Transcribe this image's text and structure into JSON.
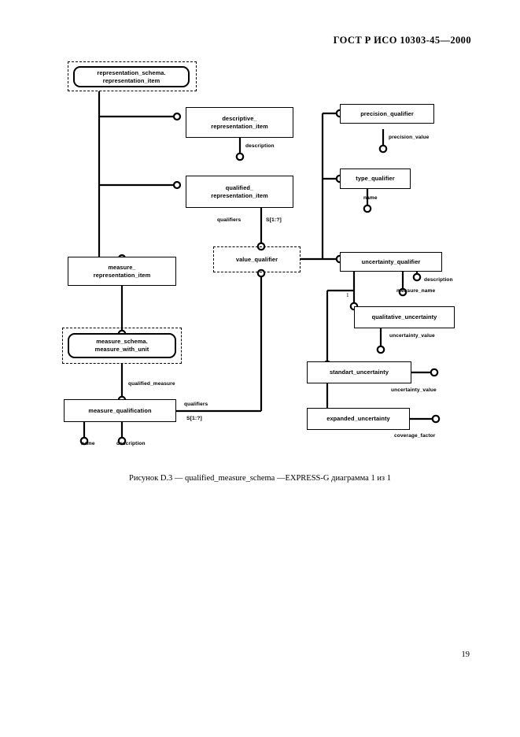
{
  "header": {
    "standard_title": "ГОСТ Р ИСО 10303-45—2000"
  },
  "page": {
    "number": "19"
  },
  "figure": {
    "caption": "Рисунок D.3 — qualified_measure_schema —EXPRESS-G диаграмма 1 из 1"
  },
  "diagram": {
    "type": "EXPRESS-G",
    "schema": "qualified_measure_schema",
    "nodes": [
      {
        "id": "representation_item",
        "label": "representation_schema.\nrepresentation_item",
        "style": "rounded-dashed-outline"
      },
      {
        "id": "descriptive_representation_item",
        "label": "descriptive_\nrepresentation_item",
        "style": "box"
      },
      {
        "id": "qualified_representation_item",
        "label": "qualified_\nrepresentation_item",
        "style": "box"
      },
      {
        "id": "measure_representation_item",
        "label": "measure_\nrepresentation_item",
        "style": "box"
      },
      {
        "id": "measure_with_unit",
        "label": "measure_schema.\nmeasure_with_unit",
        "style": "rounded-dashed-outline"
      },
      {
        "id": "measure_qualification",
        "label": "measure_qualification",
        "style": "box"
      },
      {
        "id": "value_qualifier",
        "label": "value_qualifier",
        "style": "dashed-select"
      },
      {
        "id": "precision_qualifier",
        "label": "precision_qualifier",
        "style": "box"
      },
      {
        "id": "type_qualifier",
        "label": "type_qualifier",
        "style": "box"
      },
      {
        "id": "uncertainty_qualifier",
        "label": "uncertainty_qualifier",
        "style": "box"
      },
      {
        "id": "qualitative_uncertainty",
        "label": "qualitative_uncertainty",
        "style": "box"
      },
      {
        "id": "standard_uncertainty",
        "label": "standart_uncertainty",
        "style": "box"
      },
      {
        "id": "expanded_uncertainty",
        "label": "expanded_uncertainty",
        "style": "box"
      }
    ],
    "attributes": [
      {
        "id": "description_desc_item",
        "label": "description"
      },
      {
        "id": "qualifiers_qri",
        "label": "qualifiers"
      },
      {
        "id": "qualifiers_qri_card",
        "label": "S[1:?]"
      },
      {
        "id": "qualified_measure",
        "label": "qualified_measure"
      },
      {
        "id": "qualifiers_mq",
        "label": "qualifiers"
      },
      {
        "id": "qualifiers_mq_card",
        "label": "S[1:?]"
      },
      {
        "id": "name_mq",
        "label": "name"
      },
      {
        "id": "description_mq",
        "label": "description"
      },
      {
        "id": "precision_value",
        "label": "precision_value"
      },
      {
        "id": "name_tq",
        "label": "name"
      },
      {
        "id": "description_uq",
        "label": "description"
      },
      {
        "id": "measure_name_uq",
        "label": "measure_name"
      },
      {
        "id": "subtype_index_1",
        "label": "1"
      },
      {
        "id": "uncertainty_value_qu",
        "label": "uncertainty_value"
      },
      {
        "id": "uncertainty_value_su",
        "label": "uncertainty_value"
      },
      {
        "id": "coverage_factor",
        "label": "coverage_factor"
      }
    ]
  }
}
